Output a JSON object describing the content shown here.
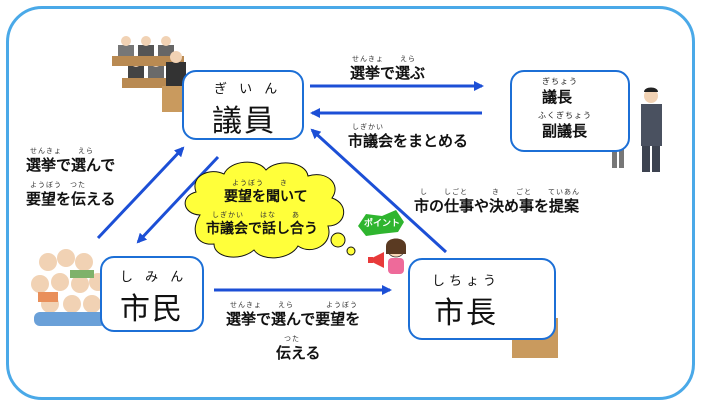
{
  "council": {
    "furigana": "ぎ い ん",
    "label": "議員"
  },
  "citizens": {
    "furigana": "し み ん",
    "label": "市民"
  },
  "mayor": {
    "furigana": "しちょう",
    "label": "市長"
  },
  "chair": {
    "chair_furigana": "ぎちょう",
    "chair_label": "議長",
    "vice_furigana": "ふくぎちょう",
    "vice_label": "副議長"
  },
  "arrows": {
    "council_to_chair": {
      "furigana": "せんきょ　　えら",
      "text": "選挙で選ぶ"
    },
    "chair_to_council": {
      "furigana": "しぎかい",
      "text": "市議会をまとめる"
    },
    "citizens_to_council": {
      "furigana_1": "せんきょ　　えら",
      "line_1": "選挙で選んで",
      "furigana_2": "ようぼう　つた",
      "line_2": "要望を伝える"
    },
    "mayor_to_council": {
      "furigana": "し　　しごと　　　き　　ごと　　ていあん",
      "text": "市の仕事や決め事を提案"
    },
    "citizens_to_mayor": {
      "furigana_1": "せんきょ　　えら　　　　ようぼう",
      "line_1": "選挙で選んで要望を",
      "furigana_2": "つた",
      "line_2": "伝える"
    }
  },
  "bubble": {
    "furigana_1": "ようぼう　　き",
    "line_1": "要望を聞いて",
    "furigana_2": "しぎかい　　はな　　あ",
    "line_2": "市議会で話し合う",
    "point_label": "ポイント"
  },
  "colors": {
    "frame": "#4aa9e8",
    "arrow": "#1c4fd6",
    "node_border": "#1c6fd6",
    "bubble_fill": "#ffff3a",
    "point_badge": "#2fb52f"
  }
}
